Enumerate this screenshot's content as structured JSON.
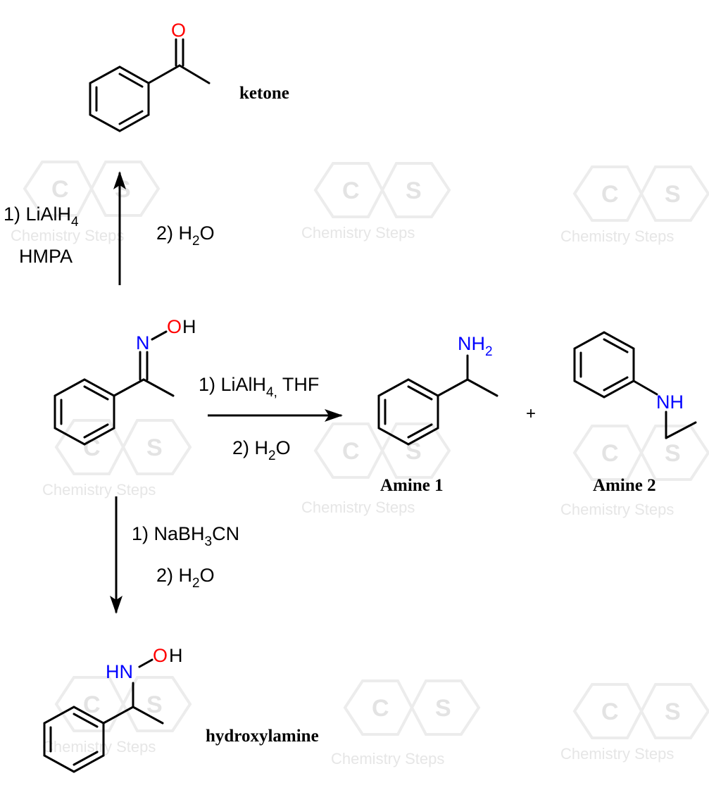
{
  "watermark": {
    "text": "Chemistry Steps",
    "c": "C",
    "s": "S"
  },
  "atoms": {
    "O": "O",
    "N": "N",
    "H": "H",
    "NH": "NH",
    "HN": "HN",
    "NH2_main": "NH",
    "NH2_sub": "2"
  },
  "labels": {
    "ketone": "ketone",
    "amine1": "Amine 1",
    "amine2": "Amine 2",
    "hydroxylamine": "hydroxylamine",
    "plus": "+"
  },
  "reagents": {
    "up": {
      "step1_main": "1) LiAlH",
      "step1_sub": "4",
      "step1_b": "HMPA",
      "step2_main": "2) H",
      "step2_sub": "2",
      "step2_end": "O"
    },
    "right": {
      "step1_main": "1) LiAlH",
      "step1_sub": "4,",
      "step1_end": " THF",
      "step2_main": "2) H",
      "step2_sub": "2",
      "step2_end": "O"
    },
    "down": {
      "step1_main": "1) NaBH",
      "step1_sub": "3",
      "step1_end": "CN",
      "step2_main": "2) H",
      "step2_sub": "2",
      "step2_end": "O"
    }
  },
  "colors": {
    "oxygen": "#ff0000",
    "nitrogen": "#0000ff"
  }
}
